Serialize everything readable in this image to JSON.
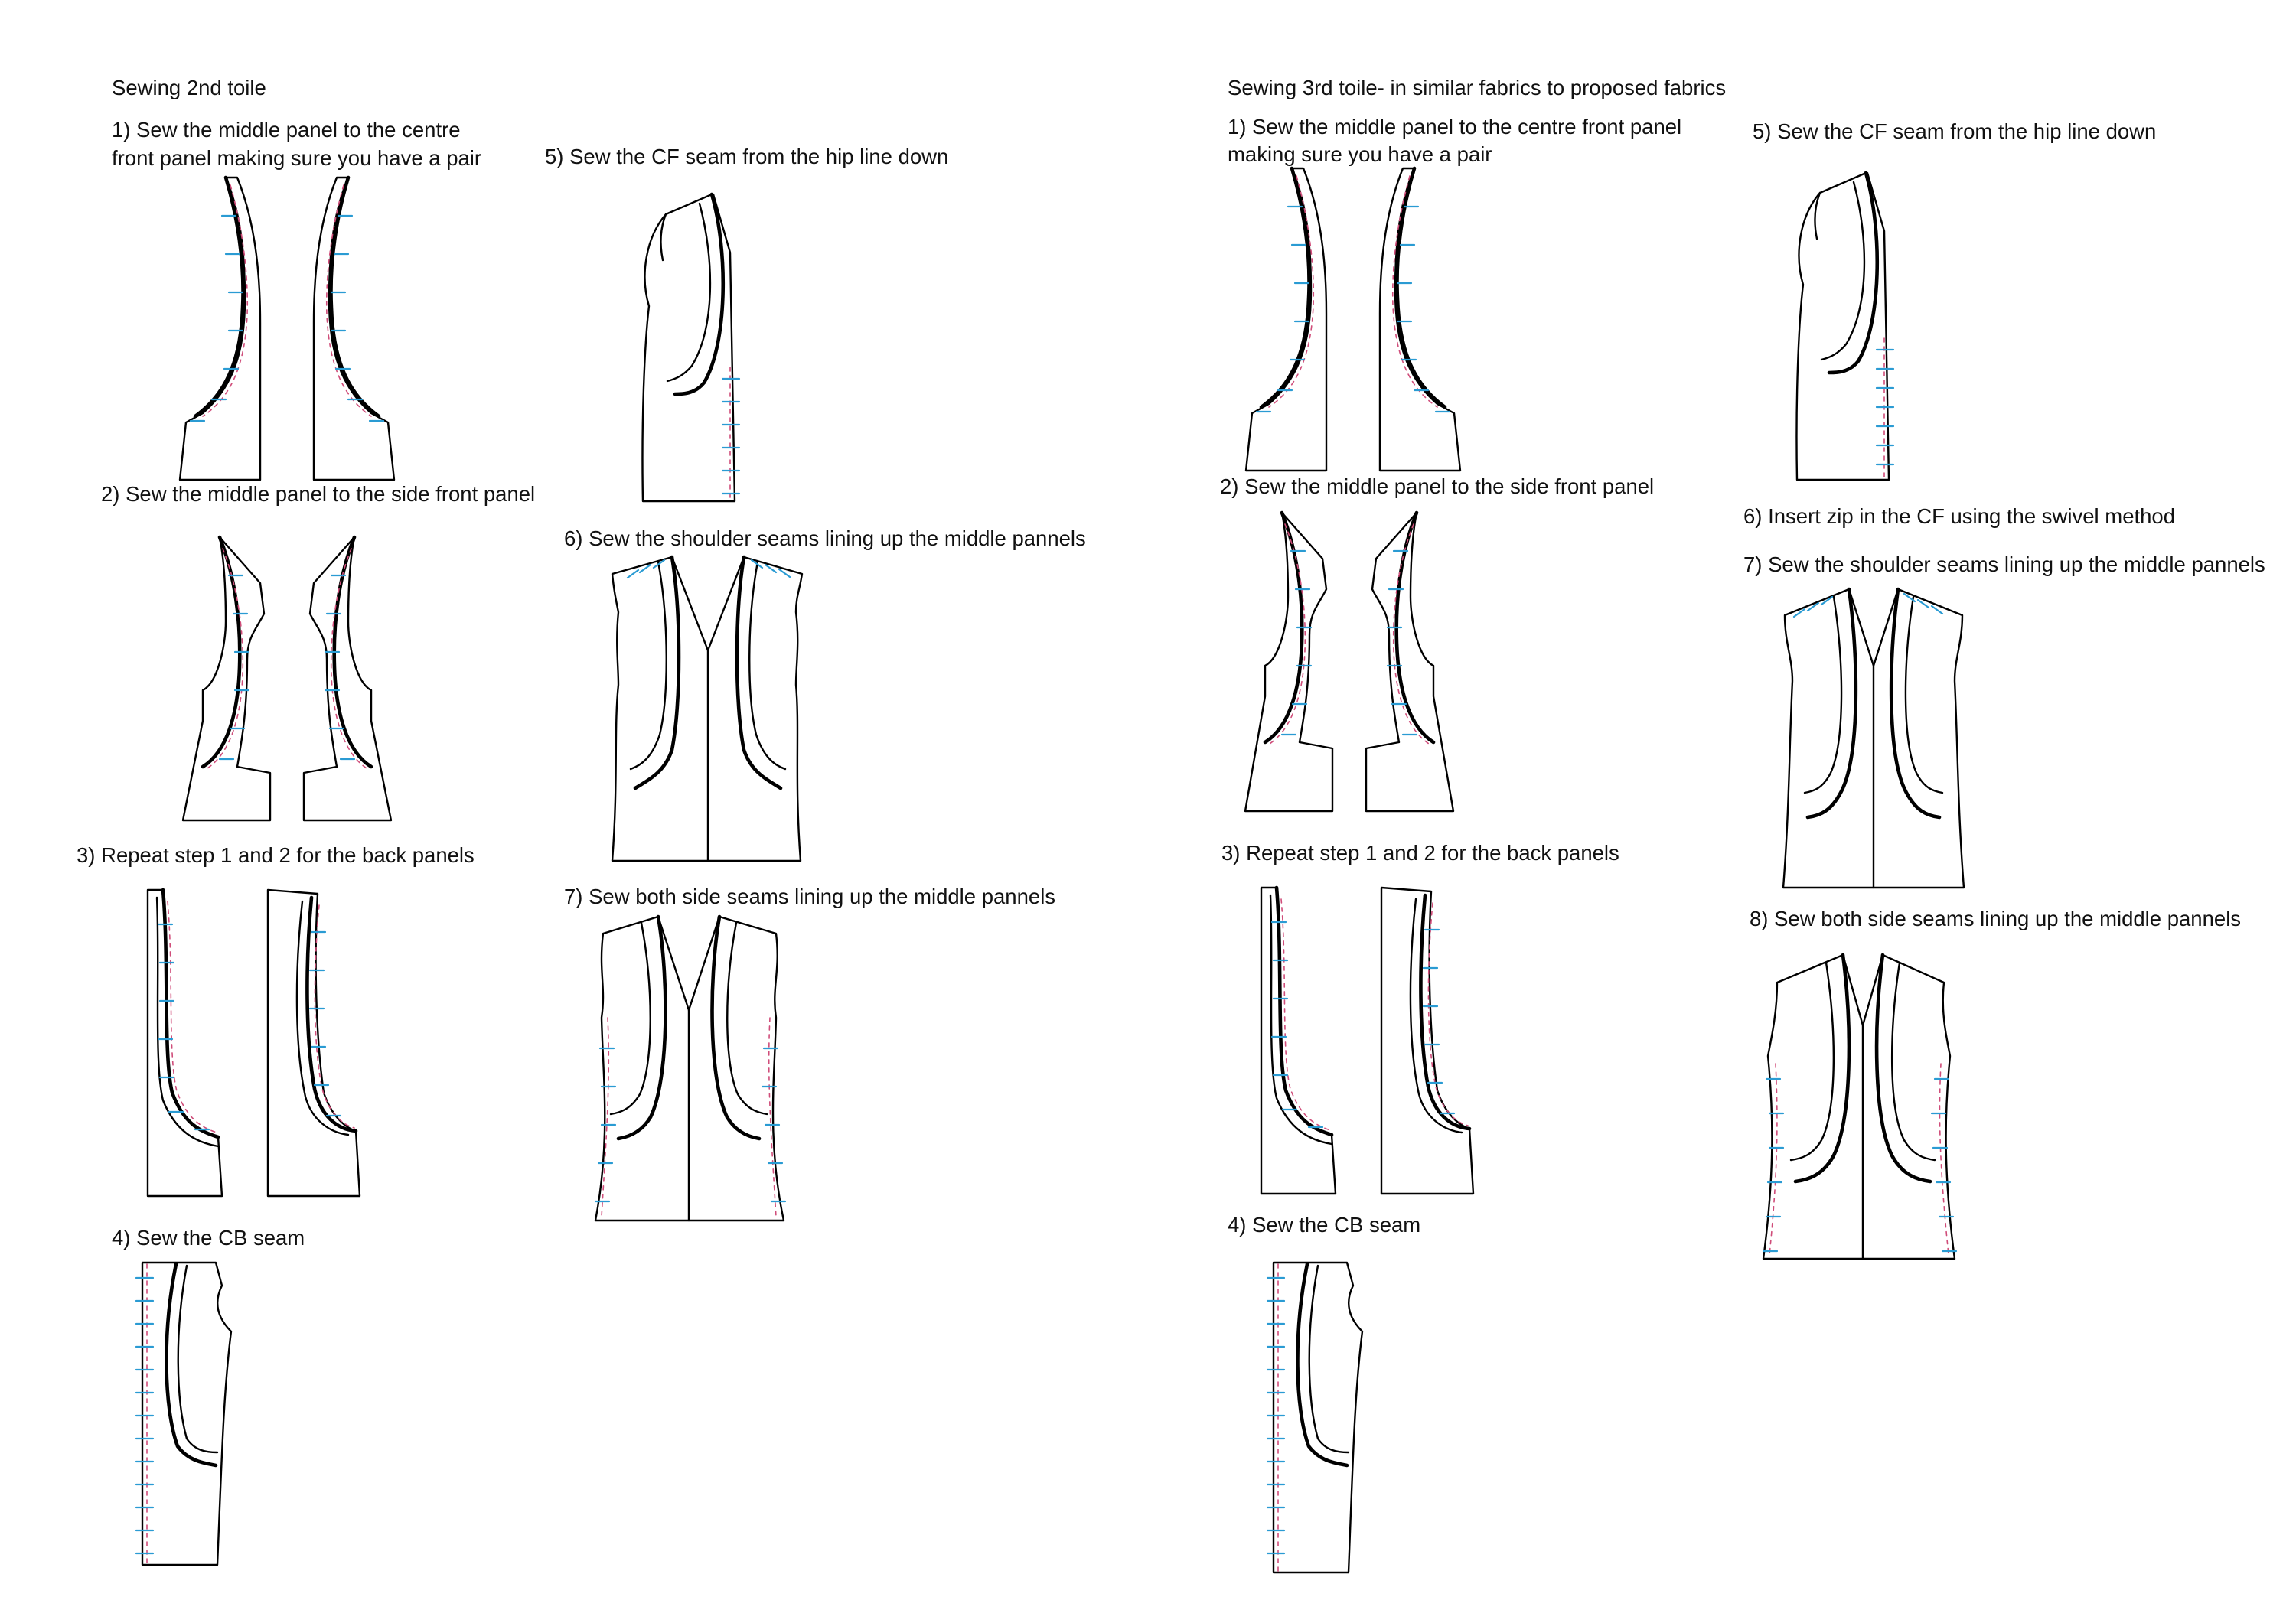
{
  "left": {
    "title": "Sewing 2nd toile",
    "step1_line1": "1) Sew the middle panel to the centre",
    "step1_line2": "front panel making sure you have a pair",
    "step2": "2) Sew the middle panel to the side front panel",
    "step3": "3) Repeat step 1 and 2 for the back panels",
    "step4": "4) Sew the CB seam",
    "step5": "5) Sew the CF seam from the hip line down",
    "step6": "6) Sew the shoulder seams lining up the middle pannels",
    "step7": "7) Sew both side seams lining up the middle pannels"
  },
  "right": {
    "title": "Sewing 3rd  toile- in similar fabrics to proposed fabrics",
    "step1_line1": "1) Sew the middle panel to the centre front panel",
    "step1_line2": "making sure you have a pair",
    "step2": "2) Sew the middle panel to the side front panel",
    "step3": "3) Repeat step 1 and 2 for the back panels",
    "step4": "4) Sew the CB seam",
    "step5": "5) Sew the CF seam from the hip line down",
    "step6": "6) Insert zip in the CF using the swivel method",
    "step7": "7) Sew the shoulder seams lining up the middle pannels",
    "step8": "8) Sew both side seams lining up the middle pannels"
  },
  "colors": {
    "seam_ticks": "#2a9bd3",
    "stitch_line": "#d04d7a",
    "outline": "#000000"
  }
}
